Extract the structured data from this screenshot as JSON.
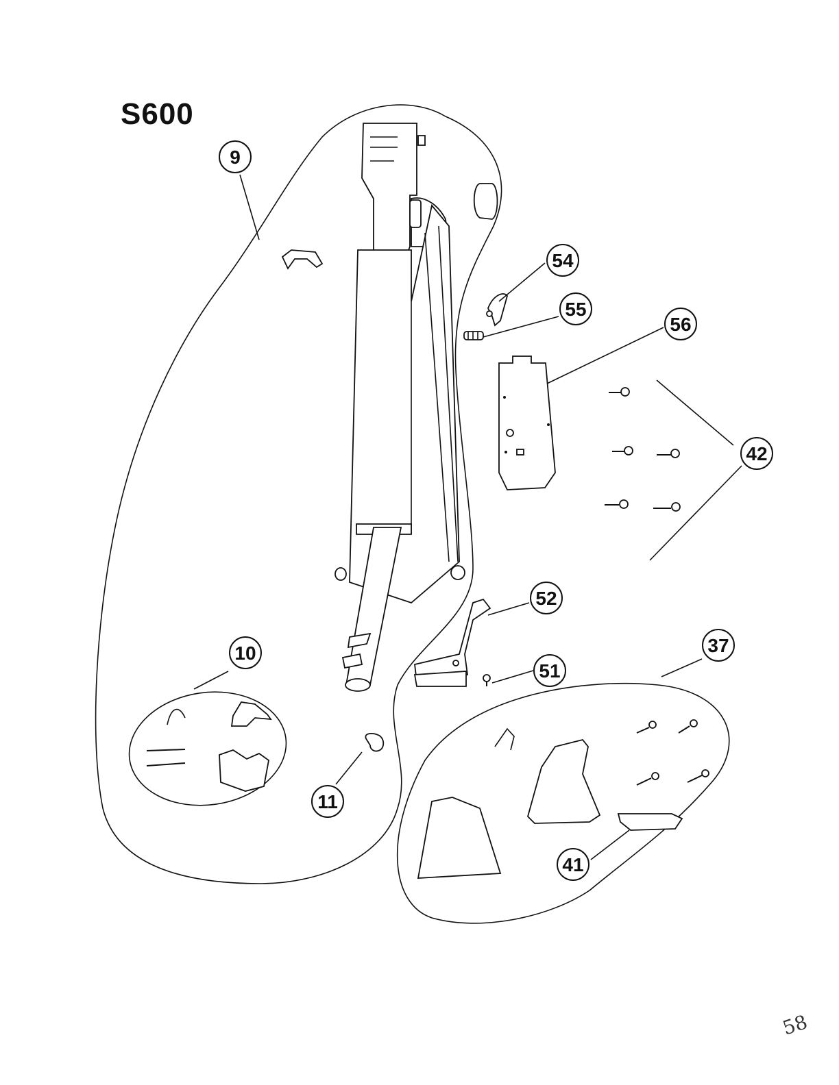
{
  "title": "S600",
  "corner_note": "58",
  "callouts": {
    "c9": "9",
    "c10": "10",
    "c11": "11",
    "c37": "37",
    "c41": "41",
    "c42": "42",
    "c51": "51",
    "c52": "52",
    "c54": "54",
    "c55": "55",
    "c56": "56"
  }
}
